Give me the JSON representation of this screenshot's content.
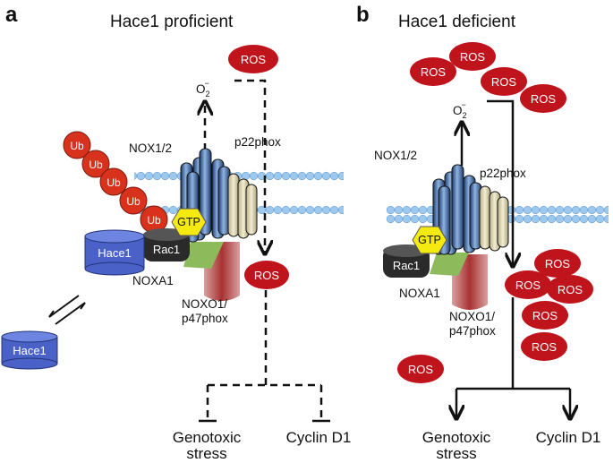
{
  "panels": {
    "a": {
      "letter": "a",
      "title": "Hace1 proficient",
      "ros_top": "ROS",
      "ros_mid": "ROS",
      "o2": "O",
      "o2_sub": "2",
      "o2_sup": "−",
      "nox": "NOX1/2",
      "p22": "p22phox",
      "ub": [
        "Ub",
        "Ub",
        "Ub",
        "Ub",
        "Ub"
      ],
      "gtp": "GTP",
      "hace1_bound": "Hace1",
      "hace1_free": "Hace1",
      "rac1": "Rac1",
      "noxa1": "NOXA1",
      "noxo1_line1": "NOXO1/",
      "noxo1_line2": "p47phox",
      "out_left_1": "Genotoxic",
      "out_left_2": "stress",
      "out_right": "Cyclin D1"
    },
    "b": {
      "letter": "b",
      "title": "Hace1 deficient",
      "ros_cluster_top": [
        "ROS",
        "ROS",
        "ROS",
        "ROS"
      ],
      "ros_cluster_right": [
        "ROS",
        "ROS",
        "ROS",
        "ROS",
        "ROS"
      ],
      "ros_lone": "ROS",
      "o2": "O",
      "o2_sub": "2",
      "o2_sup": "−",
      "nox": "NOX1/2",
      "p22": "p22phox",
      "gtp": "GTP",
      "rac1": "Rac1",
      "noxa1": "NOXA1",
      "noxo1_line1": "NOXO1/",
      "noxo1_line2": "p47phox",
      "out_left_1": "Genotoxic",
      "out_left_2": "stress",
      "out_right": "Cyclin D1"
    }
  },
  "colors": {
    "ros_red": "#c0141c",
    "ub_red": "#d8321c",
    "gtp_yellow": "#f5ea10",
    "hace_blue": "#4a62c8",
    "membrane_blue": "#9ec9ef",
    "nox_blue": "#5b8ac4",
    "p22_beige": "#e8e0c0",
    "noxa1_green": "#8dbb5b",
    "noxo1_red": "#c96a6a"
  }
}
